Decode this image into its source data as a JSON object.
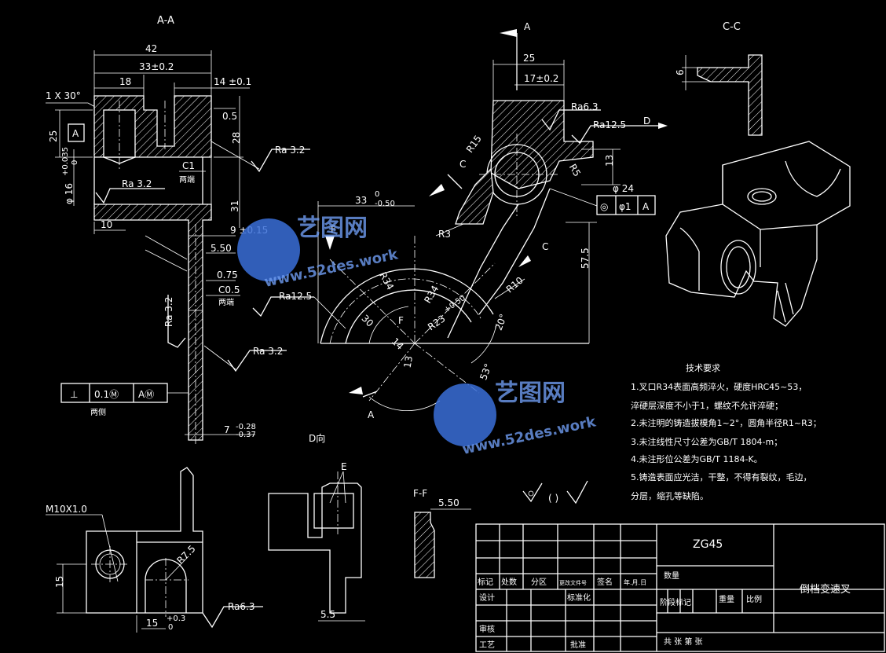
{
  "views": {
    "section_aa": "A-A",
    "section_cc": "C-C",
    "view_d": "D向",
    "section_ff": "F-F"
  },
  "section_aa": {
    "dim_42": "42",
    "dim_33": "33±0.2",
    "dim_18": "18",
    "dim_14": "14 ±0.1",
    "chamfer_1x30": "1 X 30°",
    "dim_25": "25",
    "datum_a": "A",
    "tol_0035": "+0.035",
    "tol_0": "0",
    "dia_16": "φ 16",
    "ra32_top": "Ra 3.2",
    "ra32_left": "Ra 3.2",
    "dim_05": "0.5",
    "dim_28": "28",
    "c1": "C1",
    "both_ends_1": "两端",
    "dim_10": "10",
    "dim_31": "31",
    "dim_9": "9 ±0.15",
    "dim_550": "5.50",
    "dim_075": "0.75",
    "c05": "C0.5",
    "both_ends_2": "两端",
    "ra32_vert": "Ra 3.2",
    "ra32_lower": "Ra 3.2",
    "perp_sym": "⊥",
    "perp_val": "0.1Ⓜ",
    "perp_datum": "AⓂ",
    "both_sides": "两侧",
    "dim_7": "7",
    "tol_028": "-0.28",
    "tol_037": "-0.37"
  },
  "main_view": {
    "label_a_top": "A",
    "dim_25": "25",
    "dim_17": "17±0.2",
    "ra63": "Ra6.3",
    "ra125": "Ra12.5",
    "label_d": "D",
    "r15": "R15",
    "r5": "R5",
    "dim_13": "13",
    "label_c_left": "C",
    "label_c_right": "C",
    "dia_24": "φ 24",
    "circ_sym": "◎",
    "circ_val": "φ1",
    "circ_datum": "A",
    "dim_33": "33",
    "tol_33_top": "0",
    "tol_33_bot": "-0.50",
    "r3": "R3",
    "label_f_top": "F",
    "label_f_bot": "F",
    "dim_575": "57.5",
    "r34_a": "R34",
    "r34_b": "R34",
    "r23": "R23",
    "tol_r23": "+0.50",
    "r10": "R10",
    "ra125_left": "Ra12.5",
    "dim_30": "30",
    "dim_14": "14",
    "dim_13b": "13",
    "ang_20": "20°",
    "ang_53": "53°",
    "label_a_bot": "A"
  },
  "section_cc": {
    "dim_6": "6"
  },
  "bottom_left": {
    "thread": "M10X1.0",
    "dim_15_v": "15",
    "r75": "R7.5",
    "dim_15_h": "15",
    "tol_03": "+0.3",
    "tol_0": "0",
    "ra63": "Ra6.3"
  },
  "view_d": {
    "label_e": "E",
    "dim_55": "5.5"
  },
  "section_ff": {
    "dim_550": "5.50"
  },
  "roughness_note": "(  )",
  "tech_requirements": {
    "title": "技术要求",
    "lines": [
      "1.叉口R34表面高频淬火，硬度HRC45~53，",
      "  淬硬层深度不小于1，螺纹不允许淬硬；",
      "2.未注明的铸造拔模角1~2°，圆角半径R1~R3；",
      "3.未注线性尺寸公差为GB/T 1804-m；",
      "4.未注形位公差为GB/T 1184-K。",
      "5.铸造表面应光洁，干整，不得有裂纹，毛边，",
      "  分层，缩孔等缺陷。"
    ]
  },
  "title_block": {
    "material": "ZG45",
    "part_name": "倒档变速叉",
    "mark": "标记",
    "count": "处数",
    "zone": "分区",
    "doc_no": "更改文件号",
    "sign": "签名",
    "date": "年.月.日",
    "design": "设计",
    "standardize": "标准化",
    "review": "审核",
    "process": "工艺",
    "approve": "批准",
    "quantity": "数量",
    "stage_mark": "阶段标记",
    "weight": "重量",
    "scale": "比例",
    "sheets": "共    张 第    张"
  },
  "watermark": {
    "brand": "艺图网",
    "url": "www.52des.work"
  }
}
